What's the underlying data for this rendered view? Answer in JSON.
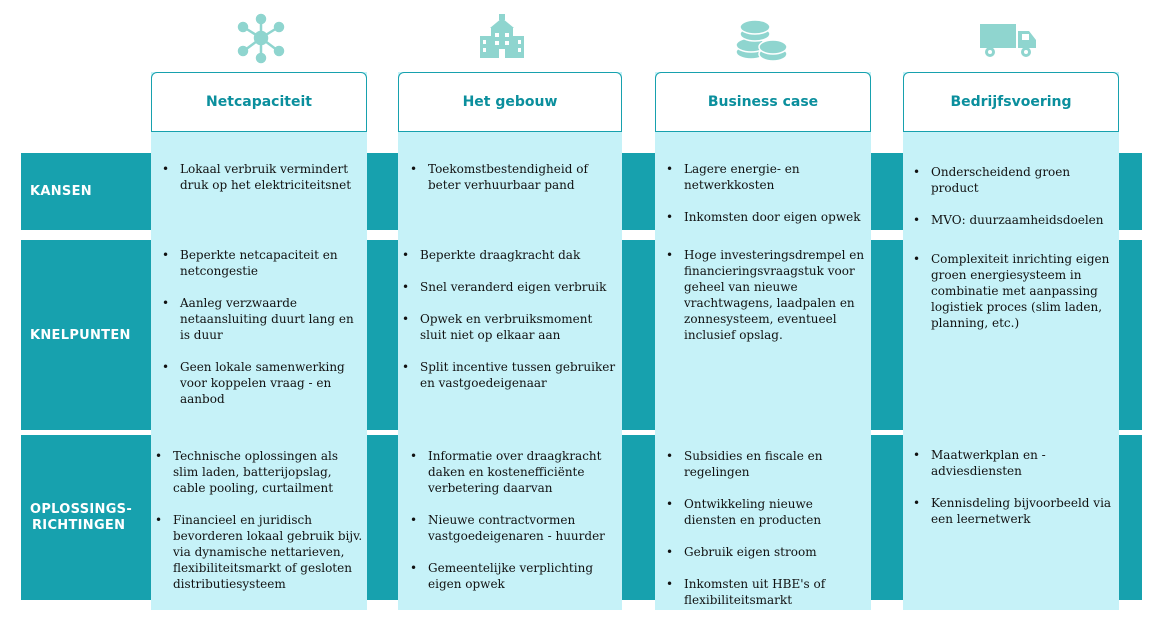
{
  "columns": [
    {
      "title": "Netcapaciteit",
      "icon": "network-nodes-icon"
    },
    {
      "title": "Het gebouw",
      "icon": "building-icon"
    },
    {
      "title": "Business case",
      "icon": "coins-icon"
    },
    {
      "title": "Bedrijfsvoering",
      "icon": "truck-icon"
    }
  ],
  "rows": [
    {
      "label": "KANSEN"
    },
    {
      "label": "KNELPUNTEN"
    },
    {
      "label_line1": "OPLOSSINGS-",
      "label_line2": "RICHTINGEN"
    }
  ],
  "cells": {
    "kansen": [
      [
        "Lokaal verbruik vermindert druk op het elektriciteitsnet"
      ],
      [
        "Toekomstbestendigheid of beter verhuurbaar pand"
      ],
      [
        "Lagere energie- en netwerkkosten",
        "Inkomsten door eigen opwek"
      ],
      [
        "Onderscheidend groen product",
        "MVO: duurzaamheidsdoelen"
      ]
    ],
    "knelpunten": [
      [
        "Beperkte netcapaciteit en netcongestie",
        "Aanleg verzwaarde netaansluiting duurt lang en is duur",
        "Geen lokale samenwerking voor koppelen vraag - en aanbod"
      ],
      [
        "Beperkte draagkracht dak",
        "Snel veranderd eigen verbruik",
        "Opwek en verbruiksmoment sluit niet op elkaar aan",
        "Split incentive tussen gebruiker en vastgoedeigenaar"
      ],
      [
        "Hoge investeringsdrempel en financieringsvraagstuk voor geheel van nieuwe vrachtwagens, laadpalen en zonnesysteem, eventueel inclusief opslag."
      ],
      [
        "Complexiteit inrichting eigen groen energiesysteem in combinatie met aanpassing logistiek proces (slim laden, planning, etc.)"
      ]
    ],
    "oplossingsrichtingen": [
      [
        "Technische oplossingen als slim laden, batterijopslag, cable pooling, curtailment",
        "Financieel en juridisch bevorderen lokaal gebruik bijv. via dynamische nettarieven, flexibiliteitsmarkt of gesloten distributiesysteem"
      ],
      [
        "Informatie over draagkracht daken en kostenefficiënte verbetering daarvan",
        "Nieuwe contractvormen vastgoedeigenaren - huurder",
        "Gemeentelijke verplichting eigen opwek"
      ],
      [
        "Subsidies en fiscale en regelingen",
        "Ontwikkeling nieuwe diensten en producten",
        "Gebruik eigen stroom",
        "Inkomsten uit HBE's of flexibiliteitsmarkt"
      ],
      [
        "Maatwerkplan en - adviesdiensten",
        "Kennisdeling bijvoorbeeld via een leernetwerk"
      ]
    ]
  },
  "colors": {
    "band": "#17a1ae",
    "column": "#c6f2f8",
    "header_text": "#0b8f9d",
    "icon": "#8fd5cf"
  }
}
